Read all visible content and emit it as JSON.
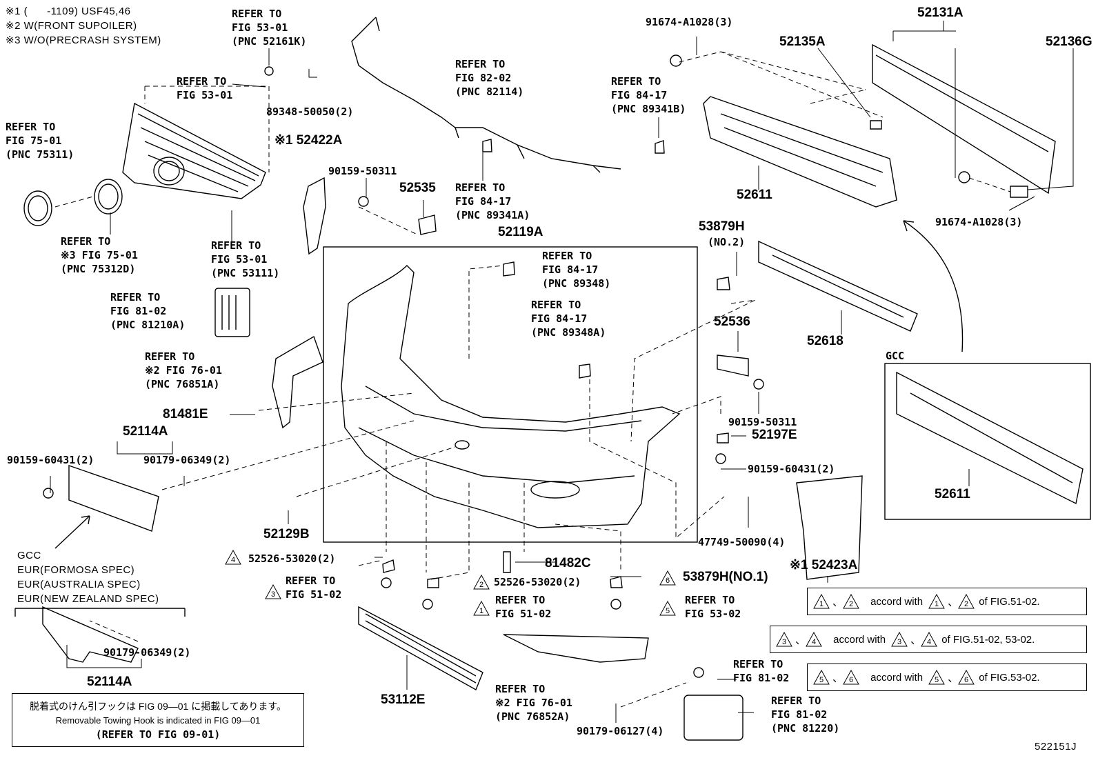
{
  "notes": [
    "※1 (      -1109) USF45,46",
    "※2 W(FRONT SUPOILER)",
    "※3 W/O(PRECRASH SYSTEM)"
  ],
  "refs": {
    "r1": "REFER TO\nFIG 53-01\n(PNC 52161K)",
    "r2": "REFER TO\nFIG 53-01",
    "r3": "REFER TO\nFIG 75-01\n(PNC 75311)",
    "r4": "REFER TO\n※3 FIG 75-01\n(PNC 75312D)",
    "r5": "REFER TO\nFIG 53-01\n(PNC 53111)",
    "r6": "REFER TO\nFIG 82-02\n(PNC 82114)",
    "r7": "REFER TO\nFIG 84-17\n(PNC 89341B)",
    "r8": "REFER TO\nFIG 84-17\n(PNC 89341A)",
    "r9": "REFER TO\nFIG 81-02\n(PNC 81210A)",
    "r10": "REFER TO\n※2 FIG 76-01\n(PNC 76851A)",
    "r11": "REFER TO\nFIG 84-17\n(PNC 89348)",
    "r12": "REFER TO\nFIG 84-17\n(PNC 89348A)",
    "r13": "REFER TO\nFIG 51-02",
    "r14": "REFER TO\nFIG 51-02",
    "r15": "REFER TO\nFIG 53-02",
    "r16": "REFER TO\nFIG 81-02",
    "r17": "REFER TO\n※2 FIG 76-01\n(PNC 76852A)",
    "r18": "REFER TO\nFIG 81-02\n(PNC 81220)"
  },
  "parts": {
    "p_89348_50050": "89348-50050(2)",
    "p_52422A": "※1 52422A",
    "p_90159_50311a": "90159-50311",
    "p_52535": "52535",
    "p_52119A": "52119A",
    "p_91674_top": "91674-A1028(3)",
    "p_52131A": "52131A",
    "p_52135A": "52135A",
    "p_52136G": "52136G",
    "p_52611a": "52611",
    "p_91674_bot": "91674-A1028(3)",
    "p_53879H_no2": "53879H",
    "p_no2": "(NO.2)",
    "p_52618": "52618",
    "p_52536": "52536",
    "p_90159_50311b": "90159-50311",
    "p_52197E": "52197E",
    "p_90159_60431r": "90159-60431(2)",
    "p_47749": "47749-50090(4)",
    "p_gcc_right": "GCC",
    "p_52611b": "52611",
    "p_52423A": "※1 52423A",
    "p_81481E": "81481E",
    "p_52114A_top": "52114A",
    "p_90159_60431l": "90159-60431(2)",
    "p_90179_06349a": "90179-06349(2)",
    "p_52129B": "52129B",
    "p_52526_a": "52526-53020(2)",
    "p_52526_b": "52526-53020(2)",
    "p_81482C": "81482C",
    "p_53879H_no1": "53879H(NO.1)",
    "p_53112E": "53112E",
    "p_90179_06349b": "90179-06349(2)",
    "p_52114A_bot": "52114A",
    "p_90179_06127": "90179-06127(4)",
    "p_code": "522151J"
  },
  "gcc_left": [
    "GCC",
    "EUR(FORMOSA SPEC)",
    "EUR(AUSTRALIA SPEC)",
    "EUR(NEW ZEALAND SPEC)"
  ],
  "legends": [
    {
      "a": "1",
      "b": "2",
      "text": "accord with",
      "c": "1",
      "d": "2",
      "tail": "of FIG.51-02."
    },
    {
      "a": "3",
      "b": "4",
      "text": "accord with",
      "c": "3",
      "d": "4",
      "tail": "of FIG.51-02, 53-02."
    },
    {
      "a": "5",
      "b": "6",
      "text": "accord with",
      "c": "5",
      "d": "6",
      "tail": "of FIG.53-02."
    }
  ],
  "footnote": {
    "jp": "脱着式のけん引フックは FIG 09―01 に掲載してあります。",
    "en": "Removable Towing Hook is indicated in FIG 09―01",
    "ref": "(REFER TO FIG 09-01)"
  }
}
